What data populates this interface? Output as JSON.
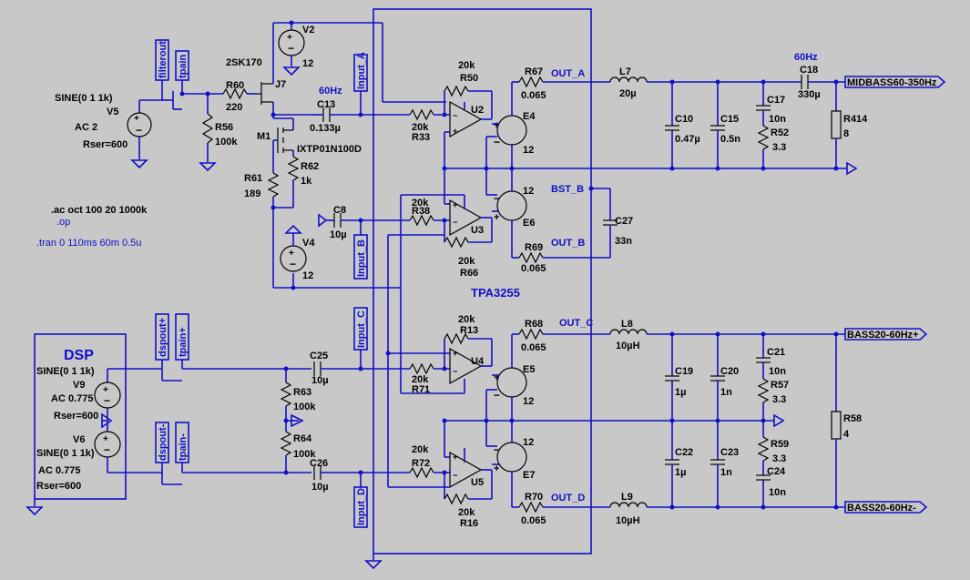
{
  "colors": {
    "wire": "#1010c8",
    "component": "#000000",
    "background": "#c8c8c8"
  },
  "directives": {
    "ac": ".ac oct 100 20 1000k",
    "op": ".op",
    "tran": ".tran 0 110ms 60m 0.5u"
  },
  "dsp_label": "DSP",
  "chip_label": "TPA3255",
  "filter_labels": {
    "f60_a": "60Hz",
    "f60_b": "60Hz"
  },
  "sources": {
    "v5": {
      "line1": "SINE(0 1 1k)",
      "name": "V5",
      "ac": "AC 2",
      "rser": "Rser=600"
    },
    "v9": {
      "line1": "SINE(0 1 1k)",
      "name": "V9",
      "ac": "AC 0.775",
      "rser": "Rser=600"
    },
    "v6": {
      "line1": "SINE(0 1 1k)",
      "name": "V6",
      "ac": "AC 0.775",
      "rser": "Rser=600"
    },
    "v2": {
      "name": "V2",
      "value": "12"
    },
    "v4": {
      "name": "V4",
      "value": "12"
    }
  },
  "nets": {
    "filterout": "filterout",
    "tpain": "tpain",
    "input_a": "Input_A",
    "input_b": "Input_B",
    "input_c": "Input_C",
    "input_d": "Input_D",
    "dspout_p": "dspout+",
    "tpain_p": "tpain+",
    "dspout_m": "dspout-",
    "tpain_m": "tpain-",
    "out_a": "OUT_A",
    "out_b": "OUT_B",
    "out_c": "OUT_C",
    "out_d": "OUT_D",
    "bst_b": "BST_B",
    "mid": "MIDBASS60-350Hz",
    "bp": "BASS20-60Hz+",
    "bm": "BASS20-60Hz-"
  },
  "parts": {
    "r60": {
      "name": "R60",
      "value": "220"
    },
    "r56": {
      "name": "R56",
      "value": "100k"
    },
    "j7": {
      "name": "J7",
      "model": "2SK170"
    },
    "m1": {
      "name": "M1",
      "model": "IXTP01N100D"
    },
    "r61": {
      "name": "R61",
      "value": "189"
    },
    "r62": {
      "name": "R62",
      "value": "1k"
    },
    "c13": {
      "name": "C13",
      "value": "0.133µ"
    },
    "c8": {
      "name": "C8",
      "value": "10µ"
    },
    "r50": {
      "name": "R50",
      "value": "20k"
    },
    "r33": {
      "name": "R33",
      "value": "20k"
    },
    "u2": {
      "name": "U2"
    },
    "e4": {
      "name": "E4",
      "value": "12"
    },
    "r38": {
      "name": "R38",
      "value": "20k"
    },
    "r66": {
      "name": "R66",
      "value": "20k"
    },
    "u3": {
      "name": "U3"
    },
    "e6": {
      "name": "E6",
      "value": "12"
    },
    "r67": {
      "name": "R67",
      "value": "0.065"
    },
    "r69": {
      "name": "R69",
      "value": "0.065"
    },
    "l7": {
      "name": "L7",
      "value": "20µ"
    },
    "c10": {
      "name": "C10",
      "value": "0.47µ"
    },
    "c15": {
      "name": "C15",
      "value": "0.5n"
    },
    "c17": {
      "name": "C17",
      "value": "10n"
    },
    "r52": {
      "name": "R52",
      "value": "3.3"
    },
    "c18": {
      "name": "C18",
      "value": "330µ"
    },
    "r414": {
      "name": "R414",
      "value": "8"
    },
    "c27": {
      "name": "C27",
      "value": "33n"
    },
    "c25": {
      "name": "C25",
      "value": "10µ"
    },
    "c26": {
      "name": "C26",
      "value": "10µ"
    },
    "r63": {
      "name": "R63",
      "value": "100k"
    },
    "r64": {
      "name": "R64",
      "value": "100k"
    },
    "r13": {
      "name": "R13",
      "value": "20k"
    },
    "r71": {
      "name": "R71",
      "value": "20k"
    },
    "u4": {
      "name": "U4"
    },
    "e5": {
      "name": "E5",
      "value": "12"
    },
    "r72": {
      "name": "R72",
      "value": "20k"
    },
    "r16": {
      "name": "R16",
      "value": "20k"
    },
    "u5": {
      "name": "U5"
    },
    "e7": {
      "name": "E7",
      "value": "12"
    },
    "r68": {
      "name": "R68",
      "value": "0.065"
    },
    "r70": {
      "name": "R70",
      "value": "0.065"
    },
    "l8": {
      "name": "L8",
      "value": "10µH"
    },
    "l9": {
      "name": "L9",
      "value": "10µH"
    },
    "c19": {
      "name": "C19",
      "value": "1µ"
    },
    "c20": {
      "name": "C20",
      "value": "1n"
    },
    "c21": {
      "name": "C21",
      "value": "10n"
    },
    "r57": {
      "name": "R57",
      "value": "3.3"
    },
    "r58": {
      "name": "R58",
      "value": "4"
    },
    "r59": {
      "name": "R59",
      "value": "3.3"
    },
    "c22": {
      "name": "C22",
      "value": "1µ"
    },
    "c23": {
      "name": "C23",
      "value": "1n"
    },
    "c24": {
      "name": "C24",
      "value": "10n"
    }
  }
}
